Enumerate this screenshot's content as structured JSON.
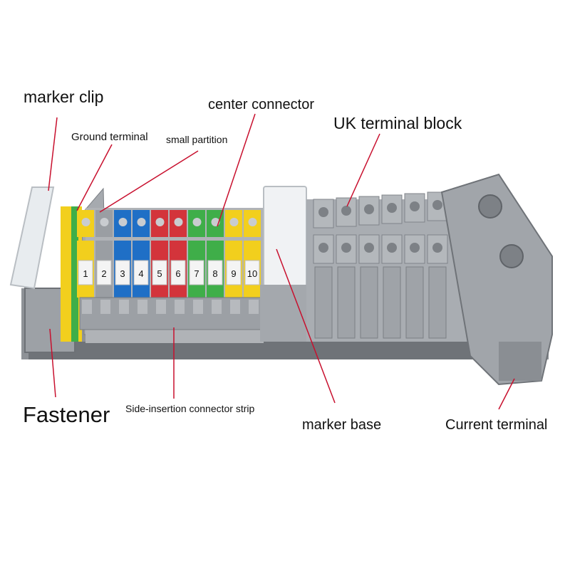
{
  "labels": {
    "marker_clip": "marker clip",
    "ground_terminal": "Ground terminal",
    "small_partition": "small partition",
    "center_connector": "center connector",
    "uk_terminal_block": "UK terminal block",
    "fastener": "Fastener",
    "side_insertion_strip": "Side-insertion connector strip",
    "marker_base": "marker base",
    "current_terminal": "Current terminal"
  },
  "markers": [
    "1",
    "2",
    "3",
    "4",
    "5",
    "6",
    "7",
    "8",
    "9",
    "10"
  ],
  "colors": {
    "leader_line": "#c8102e",
    "housing_gray": "#9a9ea3",
    "housing_dark": "#7b7f84",
    "yellow": "#f2cf1d",
    "green": "#3fae49",
    "blue": "#1f6fc6",
    "red": "#d3343b",
    "marker_white": "#f4f4f4"
  },
  "terminal_colors": [
    "yellow",
    "gray",
    "blue",
    "blue",
    "red",
    "red",
    "green",
    "green",
    "yellow",
    "yellow"
  ]
}
